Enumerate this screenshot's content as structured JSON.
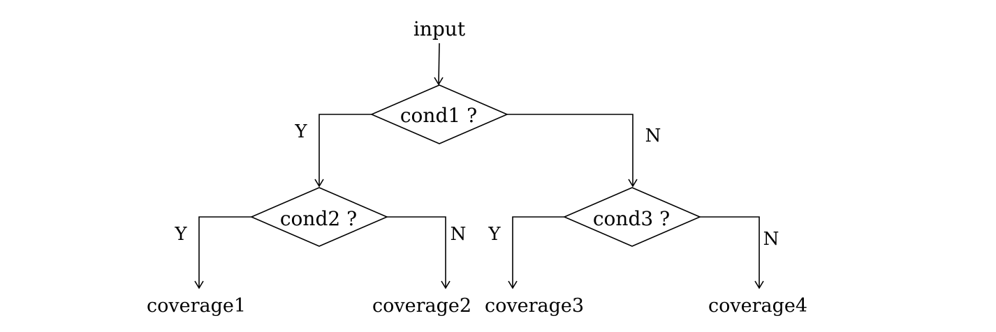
{
  "diagram": {
    "start": "input",
    "decisions": {
      "cond1": "cond1 ?",
      "cond2": "cond2 ?",
      "cond3": "cond3 ?"
    },
    "branch_labels": {
      "cond1_yes": "Y",
      "cond1_no": "N",
      "cond2_yes": "Y",
      "cond2_no": "N",
      "cond3_yes": "Y",
      "cond3_no": "N"
    },
    "outcomes": {
      "coverage1": "coverage1",
      "coverage2": "coverage2",
      "coverage3": "coverage3",
      "coverage4": "coverage4"
    }
  }
}
